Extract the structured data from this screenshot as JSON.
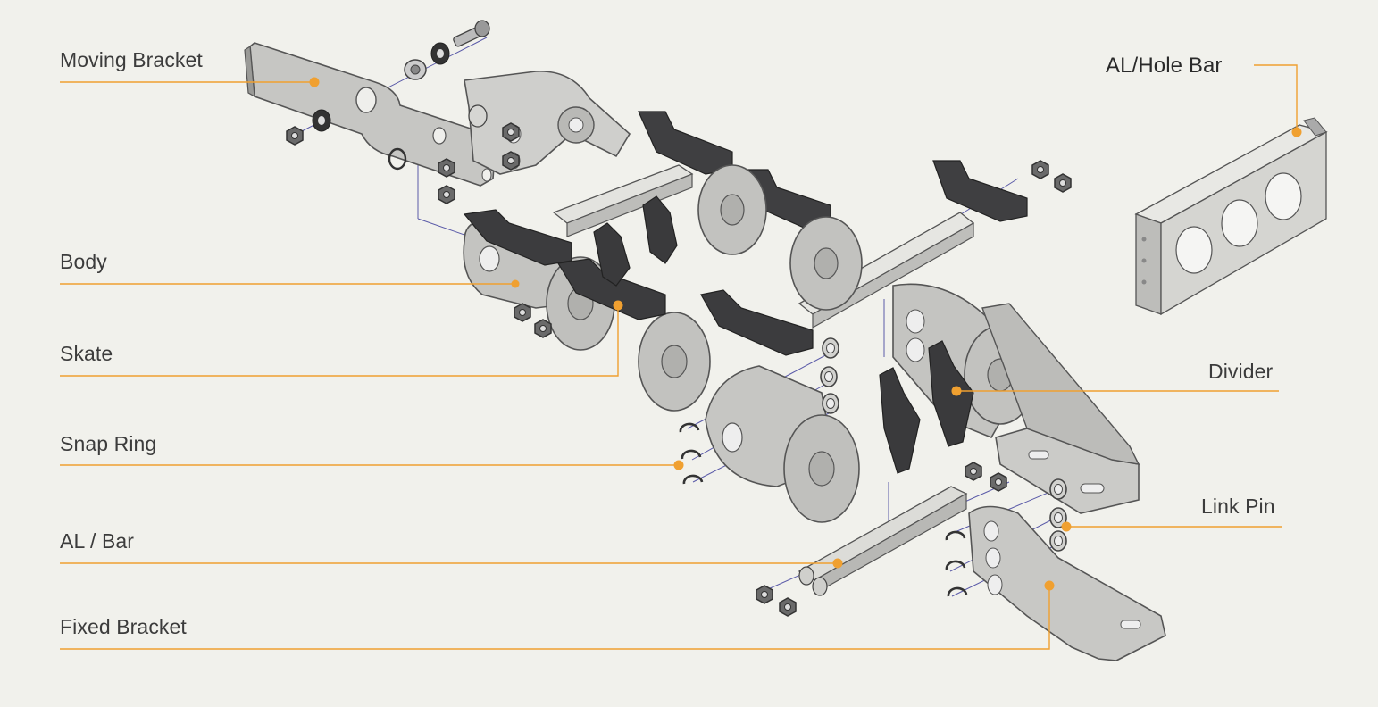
{
  "labels": {
    "moving_bracket": "Moving Bracket",
    "body": "Body",
    "skate": "Skate",
    "snap_ring": "Snap Ring",
    "al_bar": "AL / Bar",
    "fixed_bracket": "Fixed Bracket",
    "al_hole_bar": "AL/Hole Bar",
    "divider": "Divider",
    "link_pin": "Link Pin"
  },
  "colors": {
    "background": "#f1f1ec",
    "leader_line": "#f0a030",
    "dot": "#f0a030",
    "assembly_line": "#5a5aa8",
    "metal": "#c9c9c6",
    "metal_edge": "#555555",
    "plastic": "#3e3e40"
  }
}
